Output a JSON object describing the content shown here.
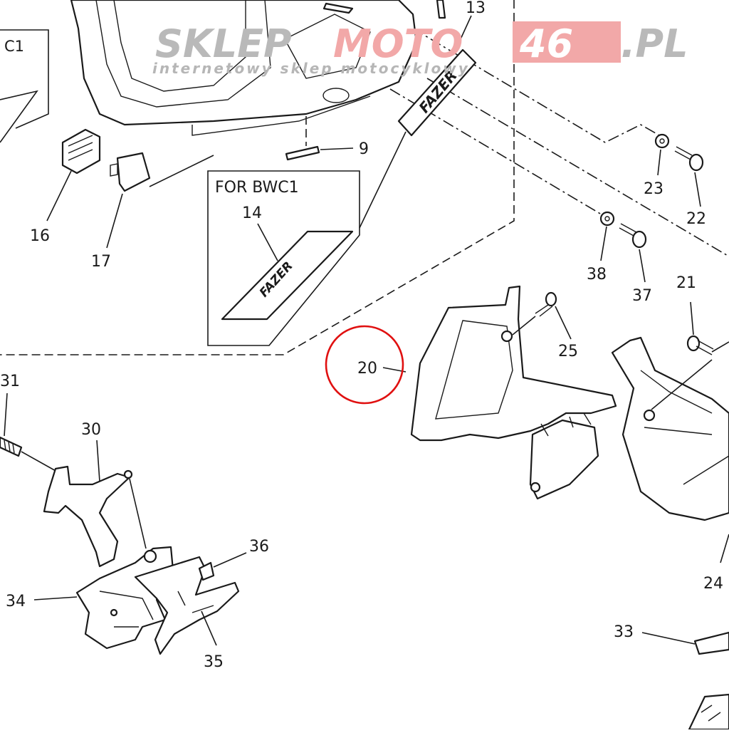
{
  "watermark": {
    "brand_grey_1": "SKLEP",
    "brand_red": "MOTO",
    "brand_red_box": "46",
    "brand_grey_2": ".PL",
    "tagline": "internetowy sklep motocyklowy",
    "colors": {
      "grey": "#b9b9b9",
      "red": "#e83a3a"
    }
  },
  "callouts": {
    "c9": "9",
    "c13": "13",
    "c14": "14",
    "c16": "16",
    "c17": "17",
    "c20": "20",
    "c21": "21",
    "c22": "22",
    "c23": "23",
    "c24": "24",
    "c25": "25",
    "c30": "30",
    "c31": "31",
    "c33": "33",
    "c34": "34",
    "c35": "35",
    "c36": "36",
    "c37": "37",
    "c38": "38"
  },
  "labels": {
    "bwc1_box": "FOR BWC1",
    "bwc1_partial": "C1"
  },
  "decal_text": "FAZER",
  "highlight": {
    "target_part": "20",
    "color": "#e01010"
  }
}
